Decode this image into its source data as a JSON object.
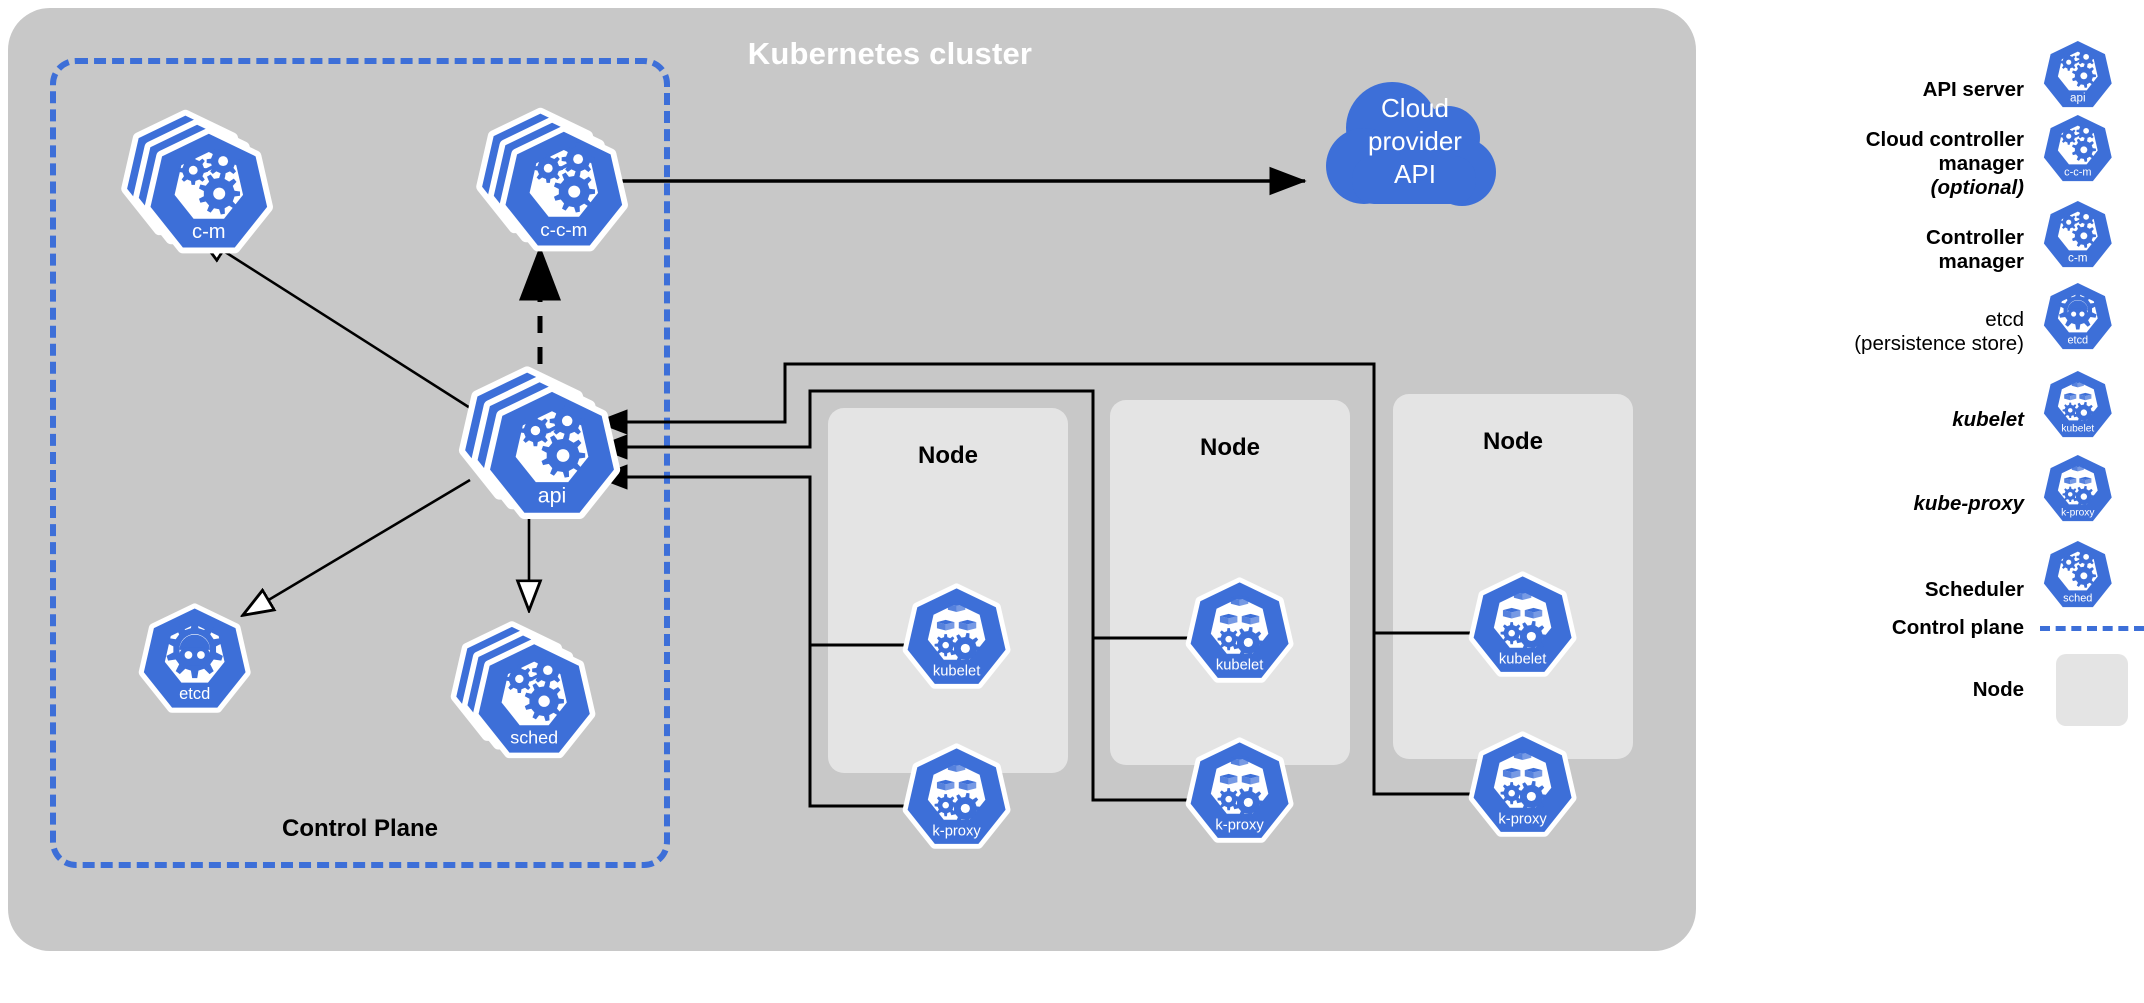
{
  "diagram": {
    "title": "Kubernetes cluster",
    "control_plane_label": "Control Plane",
    "cloud": {
      "line1": "Cloud",
      "line2": "provider",
      "line3": "API"
    }
  },
  "control_plane_components": [
    {
      "id": "c-m",
      "badge": "c-m",
      "icon": "gears-icon",
      "stacked": true
    },
    {
      "id": "c-c-m",
      "badge": "c-c-m",
      "icon": "gears-icon",
      "stacked": true
    },
    {
      "id": "api",
      "badge": "api",
      "icon": "gears-icon",
      "stacked": true
    },
    {
      "id": "etcd",
      "badge": "etcd",
      "icon": "etcd-icon",
      "stacked": false
    },
    {
      "id": "sched",
      "badge": "sched",
      "icon": "gears-icon",
      "stacked": true
    }
  ],
  "nodes": [
    {
      "title": "Node",
      "components": [
        {
          "badge": "kubelet",
          "icon": "boxes-gears-icon"
        },
        {
          "badge": "k-proxy",
          "icon": "boxes-gears-icon"
        }
      ]
    },
    {
      "title": "Node",
      "components": [
        {
          "badge": "kubelet",
          "icon": "boxes-gears-icon"
        },
        {
          "badge": "k-proxy",
          "icon": "boxes-gears-icon"
        }
      ]
    },
    {
      "title": "Node",
      "components": [
        {
          "badge": "kubelet",
          "icon": "boxes-gears-icon"
        },
        {
          "badge": "k-proxy",
          "icon": "boxes-gears-icon"
        }
      ]
    }
  ],
  "legend": {
    "rows": [
      {
        "label": "API server",
        "badge": "api",
        "icon": "gears-icon",
        "kind": "icon",
        "style": "bold"
      },
      {
        "label": "Cloud controller manager (optional)",
        "badge": "c-c-m",
        "icon": "gears-icon",
        "kind": "icon",
        "style": "bold-with-italic",
        "line1": "Cloud controller",
        "line2": "manager",
        "line3": "(optional)"
      },
      {
        "label": "Controller manager",
        "badge": "c-m",
        "icon": "gears-icon",
        "kind": "icon",
        "style": "bold",
        "line1": "Controller",
        "line2": "manager"
      },
      {
        "label": "etcd (persistence store)",
        "badge": "etcd",
        "icon": "etcd-icon",
        "kind": "icon",
        "style": "regular",
        "line1": "etcd",
        "line2": "(persistence store)"
      },
      {
        "label": "kubelet",
        "badge": "kubelet",
        "icon": "boxes-gears-icon",
        "kind": "icon",
        "style": "bold-italic"
      },
      {
        "label": "kube-proxy",
        "badge": "k-proxy",
        "icon": "boxes-gears-icon",
        "kind": "icon",
        "style": "bold-italic"
      },
      {
        "label": "Scheduler",
        "badge": "sched",
        "icon": "gears-icon",
        "kind": "icon",
        "style": "bold"
      },
      {
        "label": "Control plane",
        "badge": "",
        "icon": "dashed-line-swatch",
        "kind": "dash",
        "style": "bold"
      },
      {
        "label": "Node",
        "badge": "",
        "icon": "node-swatch",
        "kind": "swatch",
        "style": "bold"
      }
    ]
  },
  "colors": {
    "k8s_blue": "#3d6fd8",
    "cluster_gray": "#c8c8c8",
    "node_gray": "#e4e4e4",
    "title_white": "#ffffff",
    "wire_black": "#000000"
  }
}
